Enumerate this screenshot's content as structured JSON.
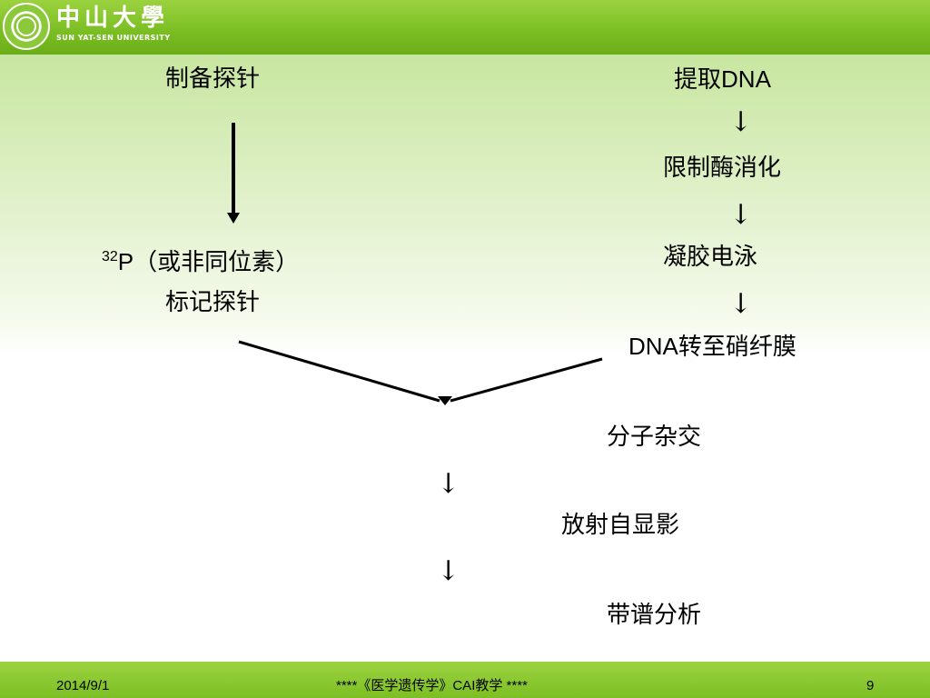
{
  "header": {
    "logo_cn": "中山大學",
    "logo_en": "SUN YAT-SEN UNIVERSITY"
  },
  "left": {
    "step1": "制备探针",
    "step2_sup": "32",
    "step2_p": "P",
    "step2_rest": "（或非同位素）",
    "step3": "标记探针"
  },
  "right": {
    "step1_cn": "提取",
    "step1_en": "DNA",
    "arrow": "↓",
    "step2": "限制酶消化",
    "step3": "凝胶电泳",
    "step4_en": "DNA",
    "step4_cn": "转至硝纤膜"
  },
  "bottom": {
    "step1": "分子杂交",
    "step2": "放射自显影",
    "step3": "带谱分析",
    "arrow": "↓"
  },
  "footer": {
    "date": "2014/9/1",
    "course": "****《医学遗传学》CAI教学  ****",
    "page": "9"
  }
}
